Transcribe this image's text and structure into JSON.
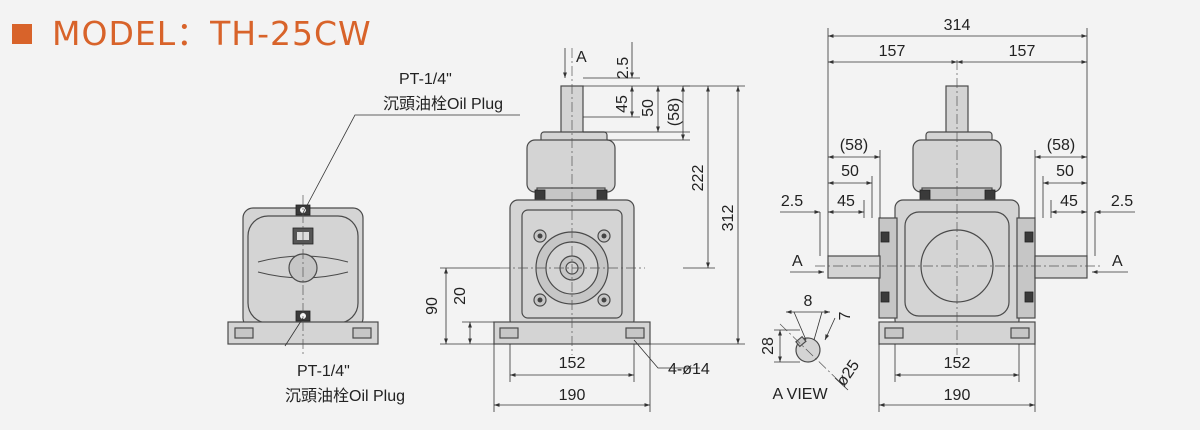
{
  "title": {
    "prefix": "MODEL",
    "separator": "：",
    "model": "TH-25CW"
  },
  "accent_color": "#d8632a",
  "plug_labels": {
    "top": {
      "line1": "PT-1/4\"",
      "line2": "沉頭油栓Oil Plug"
    },
    "bottom": {
      "line1": "PT-1/4\"",
      "line2": "沉頭油栓Oil Plug"
    }
  },
  "front_view": {
    "arrow_label": "A",
    "dims": {
      "top_offset": "2.5",
      "shaft_45": "45",
      "shaft_50": "50",
      "shaft_58": "(58)",
      "height_222": "222",
      "height_312": "312",
      "base_90": "90",
      "base_20": "20",
      "width_152": "152",
      "width_190": "190",
      "holes": "4-ø14"
    }
  },
  "side_view": {
    "arrow_left": "A",
    "arrow_right": "A",
    "dims": {
      "total_314": "314",
      "half_left": "157",
      "half_right": "157",
      "left_58": "(58)",
      "left_50": "50",
      "left_45": "45",
      "left_2_5": "2.5",
      "right_58": "(58)",
      "right_50": "50",
      "right_45": "45",
      "right_2_5": "2.5",
      "width_152": "152",
      "width_190": "190"
    }
  },
  "a_view": {
    "label": "A VIEW",
    "dims": {
      "key_8": "8",
      "key_7": "7",
      "height_28": "28",
      "dia_25": "ø25"
    }
  }
}
